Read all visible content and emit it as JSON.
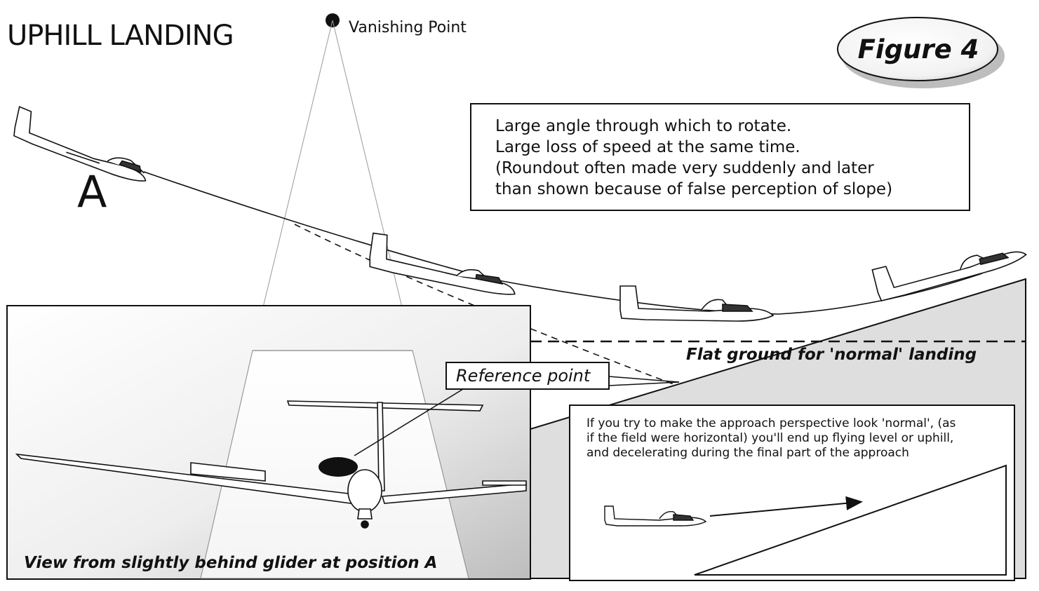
{
  "title": "UPHILL LANDING",
  "vanishing_point_label": "Vanishing Point",
  "figure_label": "Figure 4",
  "position_label": "A",
  "info_box_lines": [
    "Large angle through which to rotate.",
    "Large loss of speed at the same time.",
    "(Roundout often made very suddenly and later",
    "than shown because of false perception of slope)"
  ],
  "flat_ground_label": "Flat ground for 'normal' landing",
  "reference_point_label": "Reference point",
  "inset_view_caption": "View from slightly behind glider at position A",
  "approach_note_lines": [
    "If you try to make the approach perspective look 'normal', (as",
    "if the field were horizontal) you'll end up flying level or uphill,",
    "and decelerating during the final part of the approach"
  ],
  "colors": {
    "ink": "#111111",
    "slope_fill": "#dedede",
    "paper": "#ffffff"
  }
}
